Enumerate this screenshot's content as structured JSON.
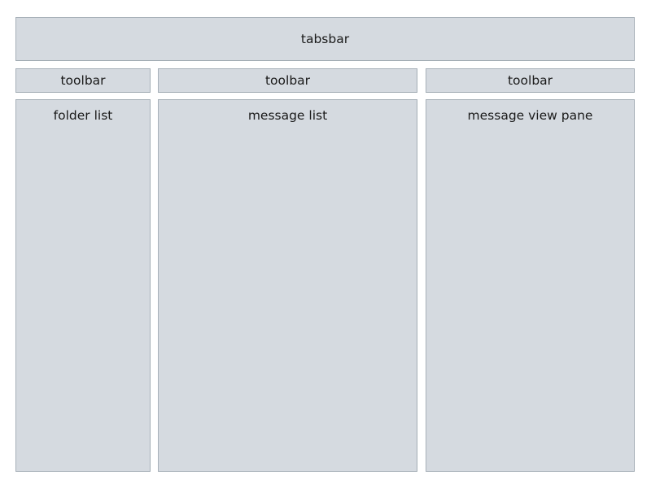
{
  "colors": {
    "background": "#ffffff",
    "box_fill": "#d5dae0",
    "box_border": "#a8b1b9",
    "text": "#1a1a1a"
  },
  "tabsbar": {
    "label": "tabsbar"
  },
  "columns": [
    {
      "name": "folder-list",
      "toolbar_label": "toolbar",
      "pane_label": "folder list"
    },
    {
      "name": "message-list",
      "toolbar_label": "toolbar",
      "pane_label": "message list"
    },
    {
      "name": "message-view-pane",
      "toolbar_label": "toolbar",
      "pane_label": "message view pane"
    }
  ]
}
